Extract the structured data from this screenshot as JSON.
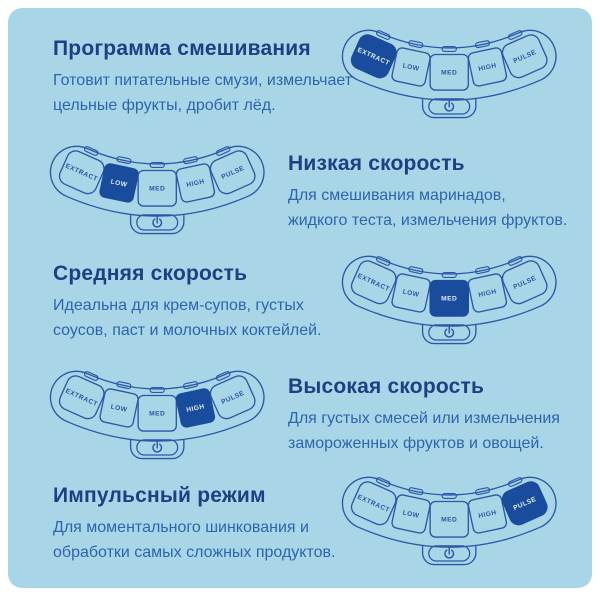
{
  "palette": {
    "page_background": "#ffffff",
    "card_background": "#a8d6e6",
    "outline_blue": "#2b57a7",
    "title_blue": "#1d3f83",
    "body_blue": "#2f63ae",
    "active_button_fill": "#1a4c9d",
    "active_button_text": "#ddeefb"
  },
  "controls": {
    "buttons": [
      "EXTRACT",
      "LOW",
      "MED",
      "HIGH",
      "PULSE"
    ],
    "power_icon": "power-icon"
  },
  "sections": [
    {
      "title": "Программа смешивания",
      "lines": [
        "Готовит питательные смузи, измельчает",
        "цельные фрукты, дробит лёд."
      ],
      "active_button": "EXTRACT"
    },
    {
      "title": "Низкая скорость",
      "lines": [
        "Для смешивания маринадов,",
        "жидкого теста, измельчения фруктов."
      ],
      "active_button": "LOW"
    },
    {
      "title": "Средняя скорость",
      "lines": [
        "Идеальна для крем-супов, густых",
        "соусов, паст и молочных коктейлей."
      ],
      "active_button": "MED"
    },
    {
      "title": "Высокая скорость",
      "lines": [
        "Для густых смесей или измельчения",
        "замороженных фруктов и овощей."
      ],
      "active_button": "HIGH"
    },
    {
      "title": "Импульсный режим",
      "lines": [
        "Для моментального шинкования и",
        "обработки самых сложных продуктов."
      ],
      "active_button": "PULSE"
    }
  ]
}
